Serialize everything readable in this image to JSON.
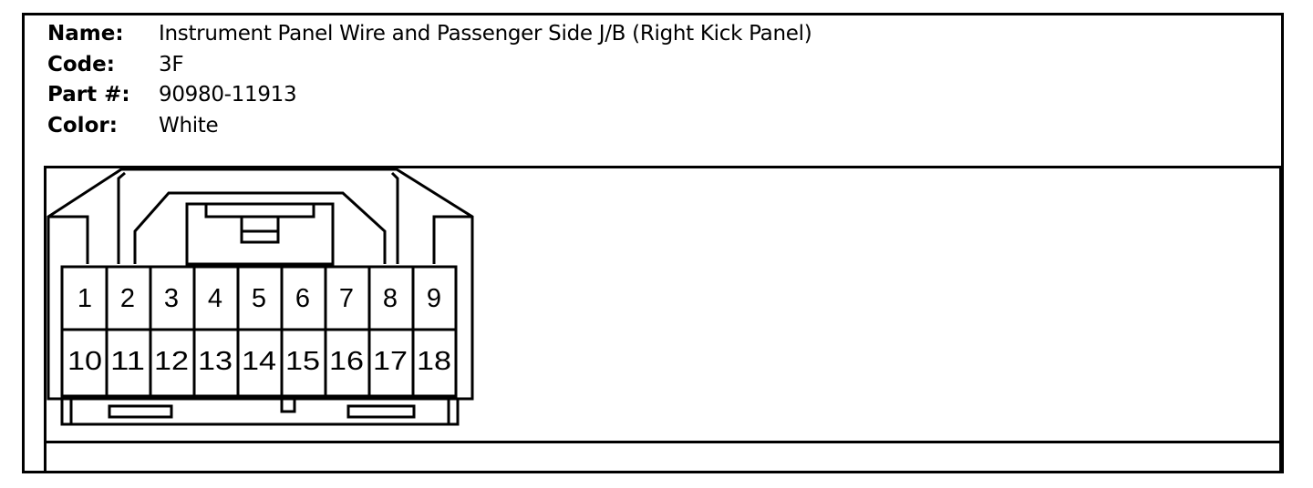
{
  "connector_info": {
    "name_label": "Name:",
    "name_value": "Instrument Panel Wire and Passenger Side J/B (Right Kick Panel)",
    "code_label": "Code:",
    "code_value": "3F",
    "part_label": "Part #:",
    "part_value": "90980-11913",
    "color_label": "Color:",
    "color_value": "White"
  },
  "connector": {
    "pins_top": [
      "1",
      "2",
      "3",
      "4",
      "5",
      "6",
      "7",
      "8",
      "9"
    ],
    "pins_bottom": [
      "10",
      "11",
      "12",
      "13",
      "14",
      "15",
      "16",
      "17",
      "18"
    ]
  }
}
